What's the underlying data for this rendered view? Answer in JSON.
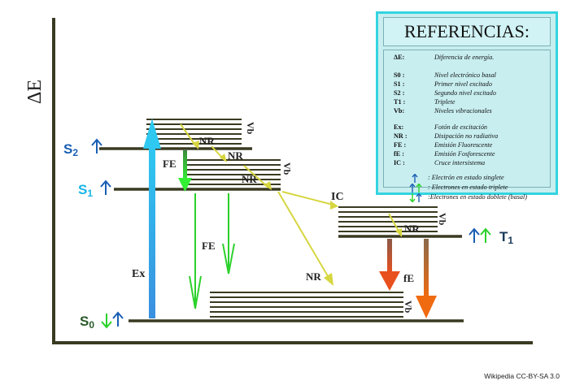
{
  "axis": {
    "y_label": "ΔE"
  },
  "states": {
    "s2": {
      "label": "S",
      "sub": "2"
    },
    "s1": {
      "label": "S",
      "sub": "1"
    },
    "s0": {
      "label": "S",
      "sub": "0"
    },
    "t1": {
      "label": "T",
      "sub": "1"
    }
  },
  "vb_labels": [
    "Vb",
    "Vb",
    "Vb",
    "Vb"
  ],
  "transitions": {
    "ex": "Ex",
    "nr": [
      "NR",
      "NR",
      "NR",
      "NR",
      "NR"
    ],
    "fe_upper": "FE",
    "fe_lower": "FE",
    "ic": "IC",
    "fe_phos": "fE"
  },
  "legend": {
    "title": "REFERENCIAS:",
    "items": [
      {
        "key": "ΔE:",
        "text": "Diferencia de energía."
      },
      {
        "key": "S0 :",
        "text": "Nivel electrónico basal"
      },
      {
        "key": "S1 :",
        "text": "Primer nivel excitado"
      },
      {
        "key": "S2 :",
        "text": "Segundo nivel excitado"
      },
      {
        "key": "T1 :",
        "text": "Triplete"
      },
      {
        "key": "Vb:",
        "text": "Niveles vibracionales"
      },
      {
        "key": "Ex:",
        "text": "Fotón de excitación"
      },
      {
        "key": "NR :",
        "text": "Disipación no radiativa"
      },
      {
        "key": "FE  :",
        "text": "Emisión Fluorescente"
      },
      {
        "key": "fE  :",
        "text": "Emisión Fosforescente"
      },
      {
        "key": "IC  :",
        "text": "Cruce intersistema"
      }
    ],
    "spin_items": [
      {
        "text": ": Electrón en estado singlete"
      },
      {
        "text": ": Electrones en estado triplete"
      },
      {
        "text": ":Electrones en estado doblete (basal)"
      }
    ]
  },
  "credit": "Wikipedia CC-BY-SA 3.0",
  "colors": {
    "level": "#3a3a22",
    "blue": "#1a5fb4",
    "cyan": "#19b5e6",
    "green": "#2bd12b",
    "yellow": "#e6e65a",
    "orange": "#e8641e",
    "legend_bg": "#c8eef0",
    "legend_border": "#33d4e0"
  }
}
